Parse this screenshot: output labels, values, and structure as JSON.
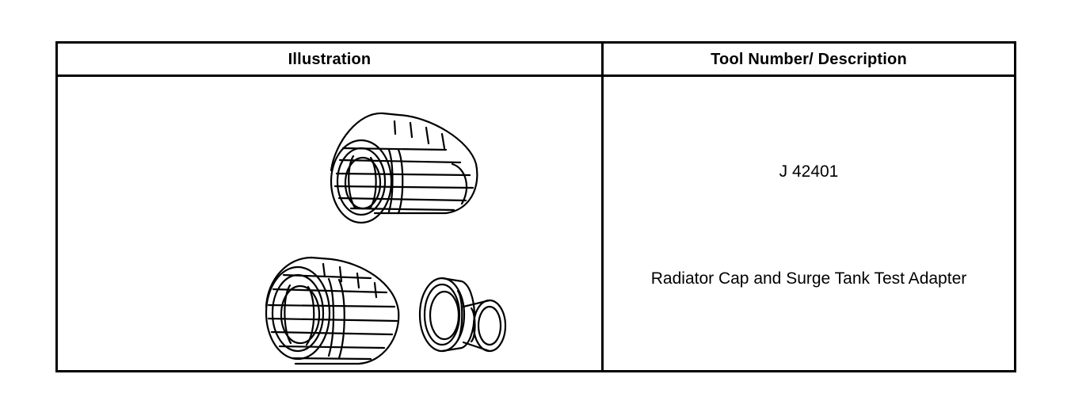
{
  "table": {
    "headers": {
      "illustration": "Illustration",
      "description": "Tool Number/ Description"
    },
    "rows": [
      {
        "illustration_icon": "radiator-cap-surge-tank-adapter-illustration",
        "tool_number": "J 42401",
        "tool_description": "Radiator Cap and Surge Tank Test Adapter"
      }
    ]
  }
}
